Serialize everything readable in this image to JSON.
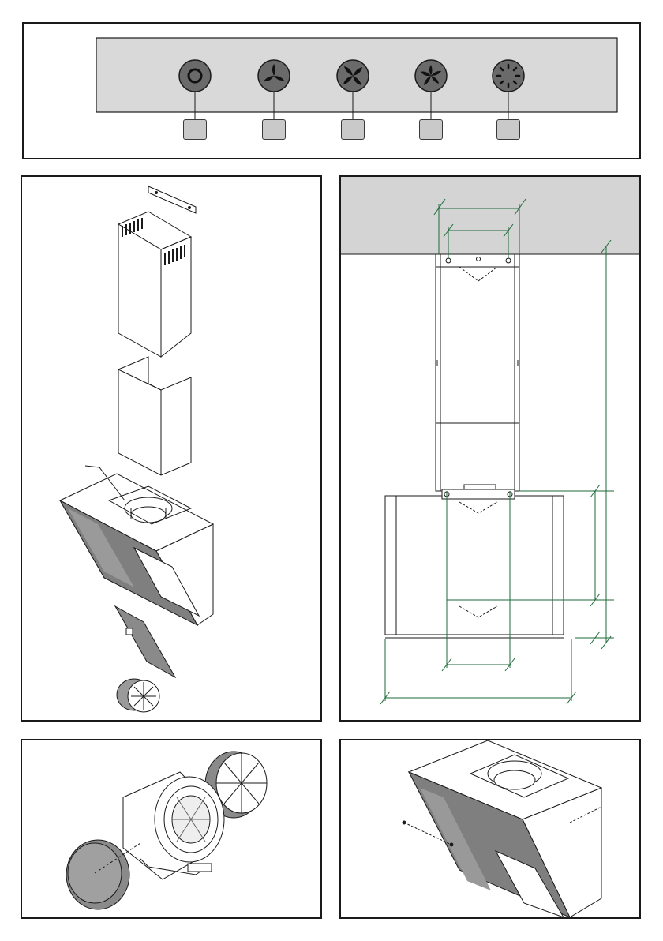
{
  "control_panel": {
    "buttons": [
      {
        "name": "power",
        "icon": "power-ring-icon"
      },
      {
        "name": "speed-1",
        "icon": "fan-3-blade-icon"
      },
      {
        "name": "speed-2",
        "icon": "fan-4-blade-icon"
      },
      {
        "name": "speed-3",
        "icon": "fan-5-blade-icon"
      },
      {
        "name": "intensive",
        "icon": "fan-burst-icon"
      }
    ],
    "callout_labels": [
      "",
      "",
      "",
      "",
      ""
    ]
  },
  "panels": {
    "exploded_view": "chimney-hood-exploded-view",
    "dimension_view": "front-elevation-dimensions",
    "motor_view": "motor-with-carbon-filters",
    "fixing_view": "hood-body-fixing-screws"
  },
  "colors": {
    "line": "#1a1a1a",
    "dimension": "#1e6b3a",
    "ceiling": "#d4d4d4",
    "button_fill": "#6a6a6a",
    "glass": "#8c8c8c"
  }
}
